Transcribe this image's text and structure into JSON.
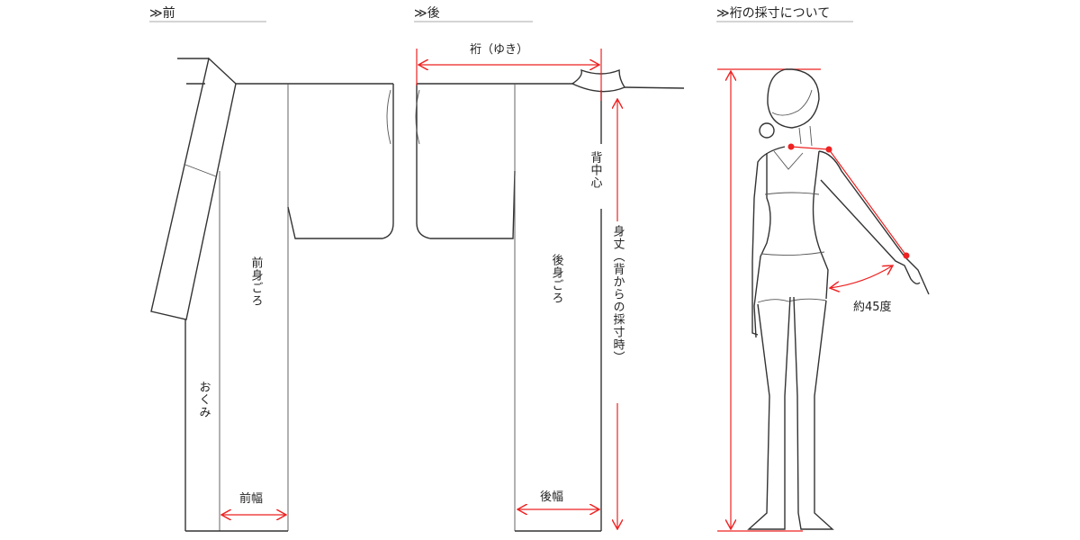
{
  "headers": {
    "front": "≫前",
    "back": "≫後",
    "yuki_measure": "≫裄の採寸について"
  },
  "labels": {
    "yuki": "裄（ゆき）",
    "sechushin": "背中心",
    "mae_migoro": "前身ごろ",
    "ushiro_migoro": "後身ごろ",
    "okumi": "おくみ",
    "mitake": "身丈（背からの採寸時）",
    "maehaba": "前幅",
    "ushirohaba": "後幅",
    "angle": "約45度"
  },
  "colors": {
    "measure": "#ee2222",
    "line": "#333333"
  }
}
